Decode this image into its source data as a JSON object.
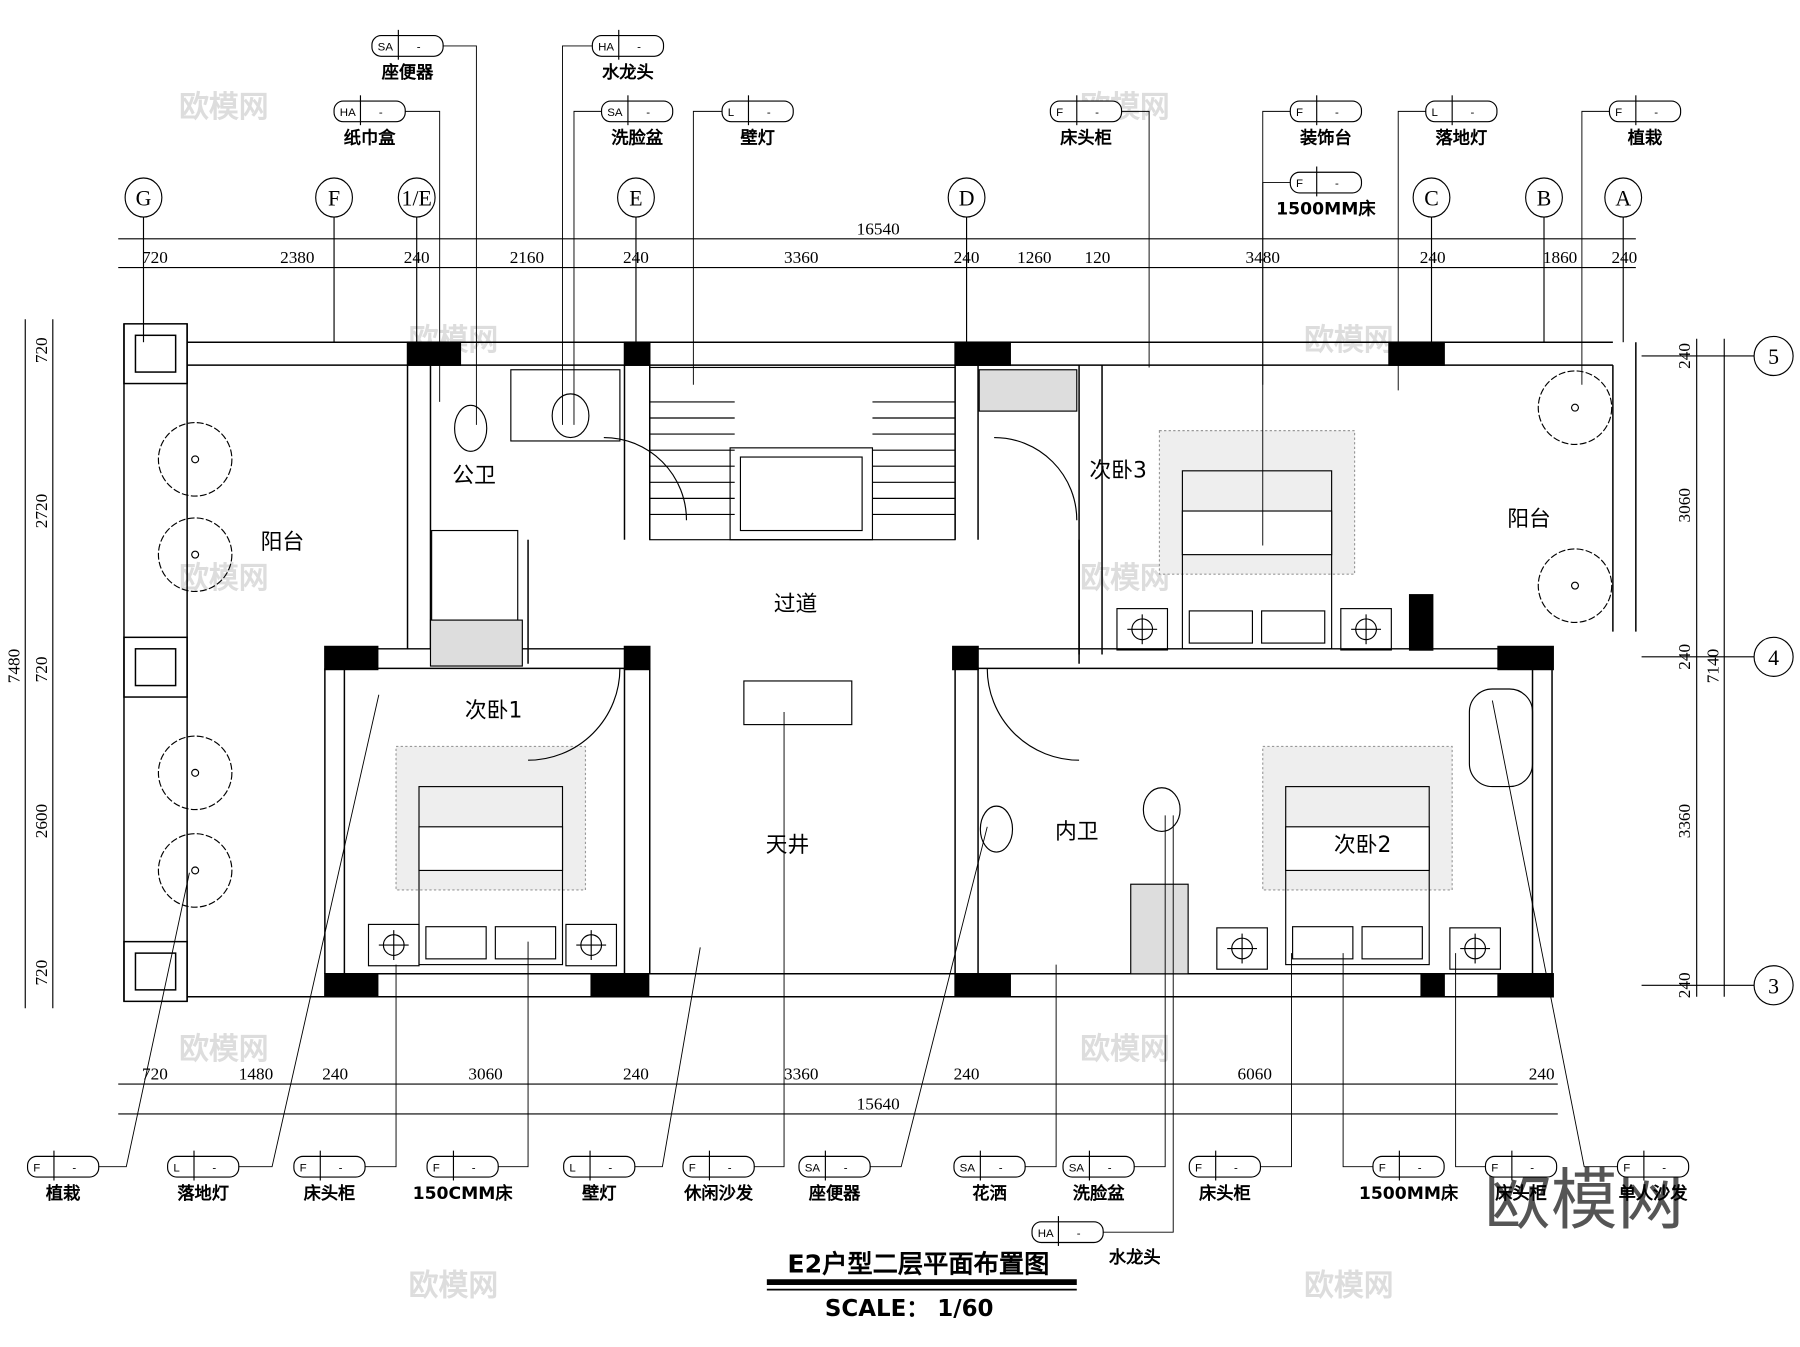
{
  "title": "E2户型二层平面布置图",
  "scale": "SCALE：  1/60",
  "watermark": "欧模网",
  "grid_axes_top": [
    "G",
    "F",
    "1/E",
    "E",
    "D",
    "C",
    "B",
    "A"
  ],
  "grid_axes_right": [
    "5",
    "4",
    "3"
  ],
  "dims_top_total": "16540",
  "dims_top": [
    "720",
    "2380",
    "240",
    "2160",
    "240",
    "3360",
    "240",
    "1260",
    "120",
    "3480",
    "240",
    "1860",
    "240"
  ],
  "dims_bottom": [
    "720",
    "1480",
    "240",
    "3060",
    "240",
    "3360",
    "240",
    "6060",
    "240"
  ],
  "dims_bottom_total": "15640",
  "dims_left_total": "7480",
  "dims_left": [
    "720",
    "2720",
    "720",
    "2600",
    "720"
  ],
  "dims_right": [
    "240",
    "3060",
    "240",
    "3360",
    "240"
  ],
  "dims_right_total": "7140",
  "rooms": [
    "阳台",
    "公卫",
    "过道",
    "次卧3",
    "阳台",
    "次卧1",
    "天井",
    "内卫",
    "次卧2"
  ],
  "tags_top": [
    {
      "code": "SA",
      "mark": "-",
      "label": "座便器"
    },
    {
      "code": "HA",
      "mark": "-",
      "label": "纸巾盒"
    },
    {
      "code": "HA",
      "mark": "-",
      "label": "水龙头"
    },
    {
      "code": "SA",
      "mark": "-",
      "label": "洗脸盆"
    },
    {
      "code": "L",
      "mark": "-",
      "label": "壁灯"
    },
    {
      "code": "F",
      "mark": "-",
      "label": "床头柜"
    },
    {
      "code": "F",
      "mark": "-",
      "label": "装饰台"
    },
    {
      "code": "F",
      "mark": "-",
      "label": "1500MM床"
    },
    {
      "code": "L",
      "mark": "-",
      "label": "落地灯"
    },
    {
      "code": "F",
      "mark": "-",
      "label": "植栽"
    }
  ],
  "tags_bottom": [
    {
      "code": "F",
      "mark": "-",
      "label": "植栽"
    },
    {
      "code": "L",
      "mark": "-",
      "label": "落地灯"
    },
    {
      "code": "F",
      "mark": "-",
      "label": "床头柜"
    },
    {
      "code": "F",
      "mark": "-",
      "label": "150CMM床"
    },
    {
      "code": "L",
      "mark": "-",
      "label": "壁灯"
    },
    {
      "code": "F",
      "mark": "-",
      "label": "休闲沙发"
    },
    {
      "code": "SA",
      "mark": "-",
      "label": "座便器"
    },
    {
      "code": "SA",
      "mark": "-",
      "label": "花洒"
    },
    {
      "code": "SA",
      "mark": "-",
      "label": "洗脸盆"
    },
    {
      "code": "F",
      "mark": "-",
      "label": "床头柜"
    },
    {
      "code": "F",
      "mark": "-",
      "label": "1500MM床"
    },
    {
      "code": "F",
      "mark": "-",
      "label": "床头柜"
    },
    {
      "code": "F",
      "mark": "-",
      "label": "单人沙发"
    },
    {
      "code": "HA",
      "mark": "-",
      "label": "水龙头"
    }
  ]
}
